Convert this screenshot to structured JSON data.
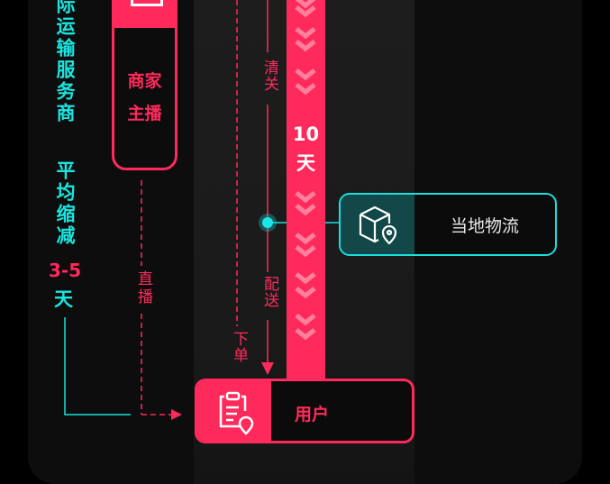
{
  "left_note": {
    "line1": "际运输服务商",
    "line2": "平均缩减",
    "range": "3-5",
    "unit": "天"
  },
  "merchant": {
    "line1": "商家",
    "line2": "主播"
  },
  "labels": {
    "livestream": "直播",
    "order": "下单",
    "customs": "清关",
    "delivery": "配送"
  },
  "duration": {
    "value": "10",
    "unit": "天"
  },
  "local_logistics": {
    "label": "当地物流"
  },
  "user": {
    "label": "用户"
  },
  "colors": {
    "red": "#ff2a5c",
    "cyan": "#19e6e0",
    "teal": "#134848"
  }
}
